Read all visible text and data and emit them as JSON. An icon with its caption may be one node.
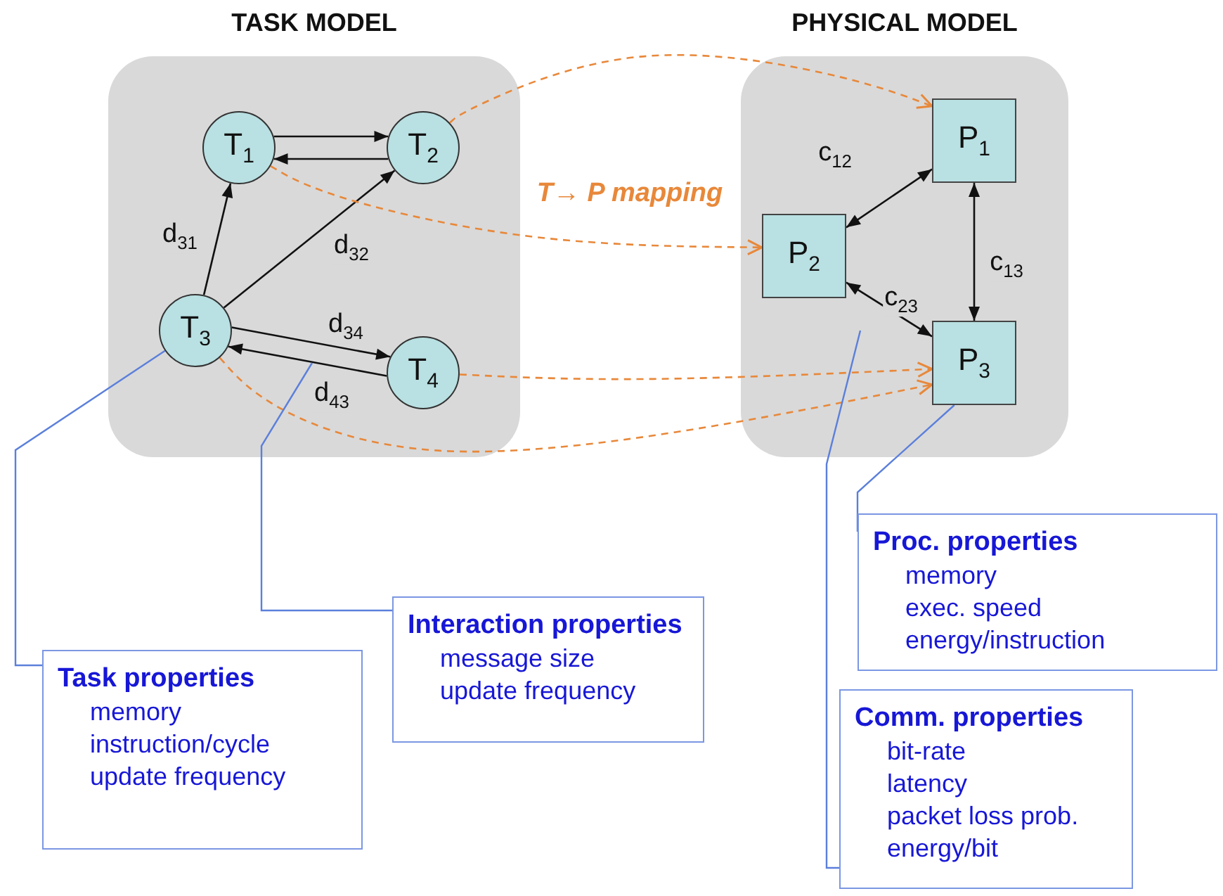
{
  "diagram": {
    "nodes": [
      {
        "text": [
          "TASK MODEL"
        ]
      },
      {
        "text": [
          "T$_{1}$"
        ],
        "in": 0
      },
      {
        "text": [
          "T$_{2}$"
        ],
        "in": 0
      },
      {
        "text": [
          "T$_{3}$"
        ],
        "in": 0
      },
      {
        "text": [
          "T$_{4}$"
        ],
        "in": 0
      },
      {
        "text": [
          "PHYSICAL MODEL"
        ]
      },
      {
        "text": [
          "P$_{1}$"
        ],
        "in": 5
      },
      {
        "text": [
          "P$_{2}$"
        ],
        "in": 5
      },
      {
        "text": [
          "P$_{3}$"
        ],
        "in": 5
      },
      {
        "text": [
          "Task properties",
          "memory",
          "instruction/cycle",
          "update frequency"
        ]
      },
      {
        "text": [
          "Interaction properties",
          "message size",
          "update frequency"
        ]
      },
      {
        "text": [
          "Proc. properties",
          "memory",
          "exec. speed",
          "energy/instruction"
        ]
      },
      {
        "text": [
          "Comm. properties",
          "bit-rate",
          "latency",
          "packet loss prob.",
          "energy/bit"
        ]
      }
    ],
    "edges": [
      {
        "from": 1,
        "to": 2,
        "arrow": "to"
      },
      {
        "from": 2,
        "to": 1,
        "arrow": "to"
      },
      {
        "from": 3,
        "to": 1,
        "arrow": "to",
        "label": "d$_{31}$"
      },
      {
        "from": 3,
        "to": 2,
        "arrow": "to",
        "label": "d$_{32}$"
      },
      {
        "from": 3,
        "to": 4,
        "arrow": "to",
        "label": "d$_{34}$"
      },
      {
        "from": 4,
        "to": 3,
        "arrow": "to",
        "label": "d$_{43}$"
      },
      {
        "from": 6,
        "to": 7,
        "arrow": "both",
        "label": "c$_{12}$"
      },
      {
        "from": 6,
        "to": 8,
        "arrow": "both",
        "label": "c$_{13}$"
      },
      {
        "from": 7,
        "to": 8,
        "arrow": "both",
        "label": "c$_{23}$"
      },
      {
        "from": 2,
        "to": 6,
        "arrow": "to",
        "style": "dashed",
        "color": "#e8883a"
      },
      {
        "from": 1,
        "to": 7,
        "arrow": "to",
        "style": "dashed",
        "color": "#e8883a"
      },
      {
        "from": 4,
        "to": 8,
        "arrow": "to",
        "style": "dashed",
        "color": "#e8883a"
      },
      {
        "from": 3,
        "to": 8,
        "arrow": "to",
        "style": "dashed",
        "color": "#e8883a"
      },
      {
        "from": 9,
        "to": 3,
        "arrow": "none",
        "color": "#5b7fdb"
      },
      {
        "from": 10,
        "to": null,
        "arrow": "none",
        "color": "#5b7fdb"
      },
      {
        "from": 11,
        "to": 8,
        "arrow": "none",
        "color": "#5b7fdb"
      },
      {
        "from": 12,
        "to": null,
        "arrow": "none",
        "color": "#5b7fdb"
      }
    ],
    "labels": [
      "T→ P mapping"
    ]
  }
}
